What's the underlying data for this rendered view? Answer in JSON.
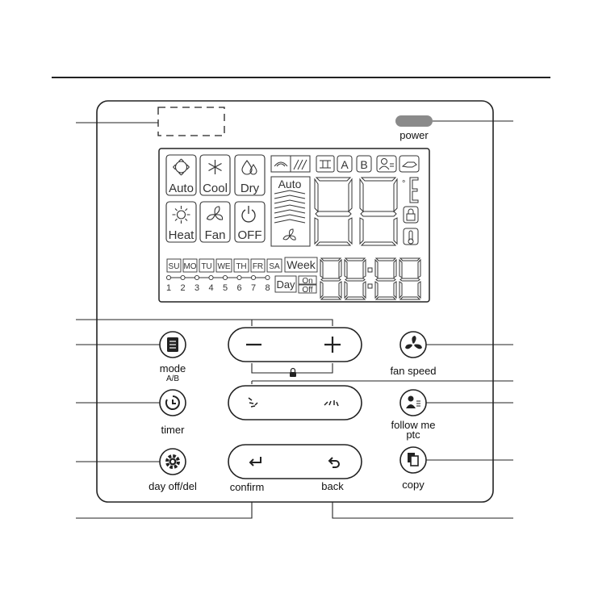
{
  "power": {
    "label": "power",
    "color": "#8a8a8a"
  },
  "lcd": {
    "modes": [
      {
        "label": "Auto",
        "icon": "auto-mode-icon"
      },
      {
        "label": "Cool",
        "icon": "snowflake-icon"
      },
      {
        "label": "Dry",
        "icon": "droplets-icon"
      },
      {
        "label": "Heat",
        "icon": "sun-icon"
      },
      {
        "label": "Fan",
        "icon": "fan-icon"
      },
      {
        "label": "OFF",
        "icon": "power-off-icon"
      }
    ],
    "fan_auto_label": "Auto",
    "status_letters": [
      "A",
      "B"
    ],
    "degree_symbol": "°",
    "days": [
      "SU",
      "MO",
      "TU",
      "WE",
      "TH",
      "FR",
      "SA"
    ],
    "day_numbers": [
      "1",
      "2",
      "3",
      "4",
      "5",
      "6",
      "7",
      "8"
    ],
    "week_label": "Week",
    "day_label": "Day",
    "on_label": "On",
    "off_label": "Off"
  },
  "buttons": {
    "mode": {
      "label": "mode",
      "sub": "A/B",
      "icon": "document-list-icon"
    },
    "timer": {
      "label": "timer",
      "icon": "timer-icon"
    },
    "day_off": {
      "label": "day off/del",
      "icon": "gear-icon"
    },
    "fan_speed": {
      "label": "fan speed",
      "icon": "fan-icon"
    },
    "follow_me": {
      "label": "follow me",
      "sub": "ptc",
      "icon": "person-icon"
    },
    "copy": {
      "label": "copy",
      "icon": "copy-icon"
    },
    "confirm": {
      "label": "confirm",
      "icon": "enter-arrow-icon"
    },
    "back": {
      "label": "back",
      "icon": "return-arrow-icon"
    },
    "minus": {
      "icon": "minus-icon"
    },
    "plus": {
      "icon": "plus-icon"
    },
    "swing_left": {
      "icon": "swing-left-icon"
    },
    "swing_right": {
      "icon": "swing-right-icon"
    },
    "lock": {
      "icon": "lock-icon"
    }
  }
}
